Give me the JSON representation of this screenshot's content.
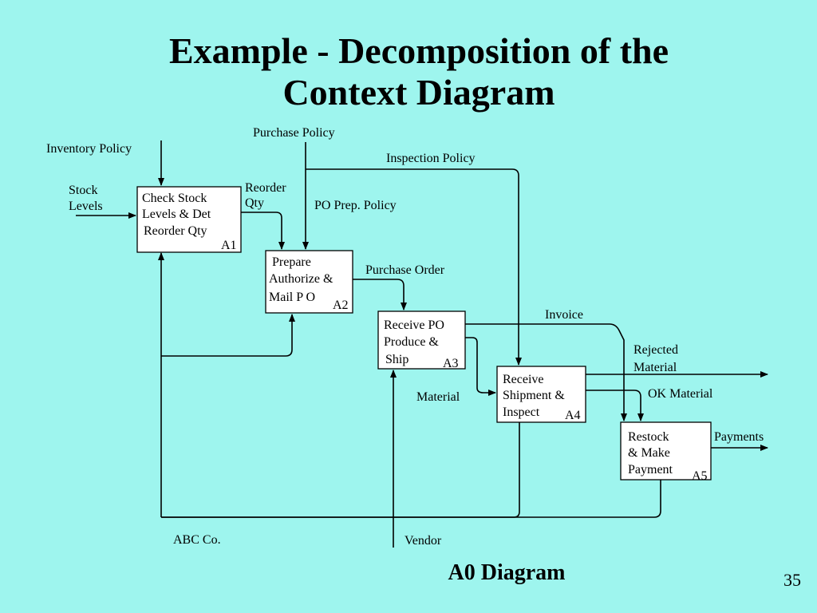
{
  "title_line1": "Example - Decomposition of the",
  "title_line2": "Context Diagram",
  "boxes": {
    "a1": {
      "lines": [
        "Check Stock",
        "Levels & Det",
        "Reorder Qty"
      ],
      "id": "A1"
    },
    "a2": {
      "lines": [
        "Prepare",
        "Authorize &",
        "Mail P O"
      ],
      "id": "A2"
    },
    "a3": {
      "lines": [
        "Receive PO",
        "Produce &",
        "Ship"
      ],
      "id": "A3"
    },
    "a4": {
      "lines": [
        "Receive",
        "Shipment  &",
        "Inspect"
      ],
      "id": "A4"
    },
    "a5": {
      "lines": [
        "Restock",
        "& Make",
        "Payment"
      ],
      "id": "A5"
    }
  },
  "arrows": {
    "inventory_policy": "Inventory Policy",
    "purchase_policy": "Purchase Policy",
    "inspection_policy": "Inspection Policy",
    "stock_levels": [
      "Stock",
      "Levels"
    ],
    "reorder_qty": [
      "Reorder",
      "Qty"
    ],
    "po_prep_policy": "PO Prep. Policy",
    "purchase_order": "Purchase Order",
    "invoice": "Invoice",
    "rejected_material": [
      "Rejected",
      "Material"
    ],
    "ok_material": "OK Material",
    "material": "Material",
    "payments": "Payments",
    "abc_co": "ABC Co.",
    "vendor": "Vendor"
  },
  "diagram_caption": "A0 Diagram",
  "page_number": "35"
}
